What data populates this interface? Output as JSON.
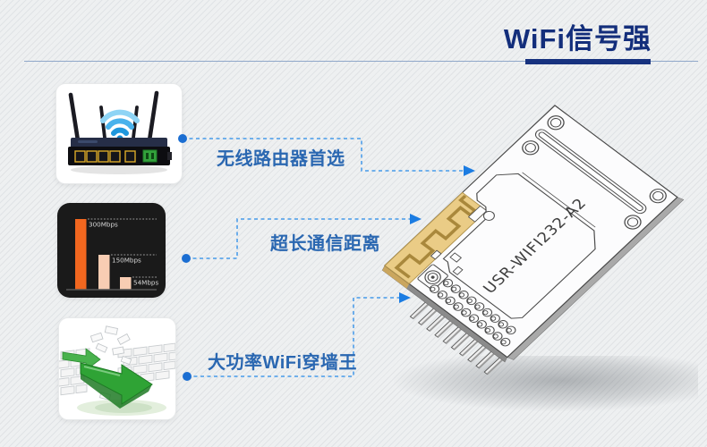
{
  "page": {
    "title": "WiFi信号强"
  },
  "callouts": [
    {
      "label": "无线路由器首选"
    },
    {
      "label": "超长通信距离"
    },
    {
      "label": "大功率WiFi穿墙王"
    }
  ],
  "module": {
    "label": "USR-WIFI232-A2"
  },
  "chart_data": {
    "type": "bar",
    "categories": [
      "300Mbps",
      "150Mbps",
      "54Mbps"
    ],
    "values": [
      300,
      150,
      54
    ],
    "unit": "Mbps",
    "title": "",
    "xlabel": "",
    "ylabel": "",
    "legend": false,
    "grid": false,
    "background": "#1a1a1a",
    "bar_colors": [
      "#f2671f",
      "#f8cdb3",
      "#f8cdb3"
    ],
    "label_color": "#d6d6d6"
  },
  "icons": {
    "wifi_signal": "wifi-signal-icon",
    "router": "router-illustration",
    "wall_break": "wall-break-illustration"
  },
  "colors": {
    "title_navy": "#132e7b",
    "callout_text_blue": "#2a67b1",
    "callout_line_blue": "#5ea6ea",
    "callout_dot_blue": "#1b6ed2",
    "antenna_gold": "#eacc86",
    "bar_orange": "#f2671f",
    "bar_peach": "#f8cdb3"
  }
}
